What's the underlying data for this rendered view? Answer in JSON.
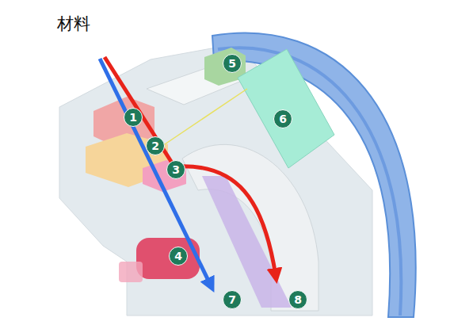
{
  "diagram": {
    "title": "材料",
    "nodes": [
      {
        "text": [
          "1"
        ]
      },
      {
        "text": [
          "2"
        ]
      },
      {
        "text": [
          "3"
        ]
      },
      {
        "text": [
          "4"
        ]
      },
      {
        "text": [
          "5"
        ]
      },
      {
        "text": [
          "6"
        ]
      },
      {
        "text": [
          "7"
        ]
      },
      {
        "text": [
          "8"
        ]
      }
    ]
  }
}
